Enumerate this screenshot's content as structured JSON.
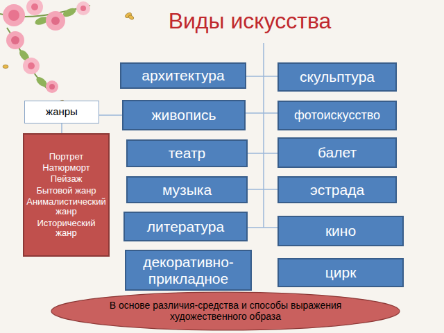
{
  "diagram": {
    "title": "Виды искусства",
    "nodes": [
      {
        "text": [
          "архитектура"
        ]
      },
      {
        "text": [
          "скульптура"
        ]
      },
      {
        "text": [
          "жанры"
        ]
      },
      {
        "text": [
          "живопись"
        ]
      },
      {
        "text": [
          "фотоискусство"
        ]
      },
      {
        "text": [
          "Портрет",
          "Натюрморт",
          "Пейзаж",
          "Бытовой жанр",
          "Анималистический жанр",
          "Исторический жанр"
        ]
      },
      {
        "text": [
          "театр"
        ]
      },
      {
        "text": [
          "балет"
        ]
      },
      {
        "text": [
          "музыка"
        ]
      },
      {
        "text": [
          "эстрада"
        ]
      },
      {
        "text": [
          "литература"
        ]
      },
      {
        "text": [
          "кино"
        ]
      },
      {
        "text": [
          "декоративно-прикладное"
        ]
      },
      {
        "text": [
          "цирк"
        ]
      },
      {
        "text": [
          "В основе различия-средства и способы выражения художественного образа"
        ]
      }
    ],
    "edges": [
      {
        "from": 2,
        "to": 3,
        "arrow": "none"
      },
      {
        "from": 2,
        "to": 5,
        "arrow": "none"
      }
    ]
  }
}
